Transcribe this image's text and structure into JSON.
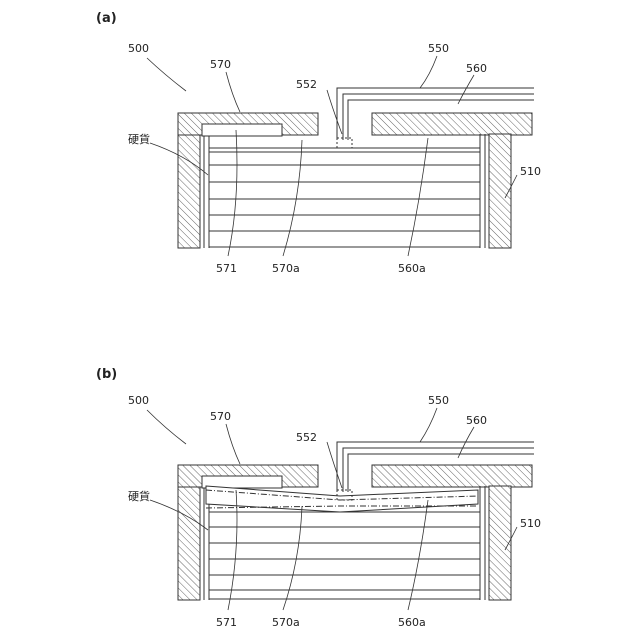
{
  "panels": [
    {
      "id": "a",
      "label": "(a)",
      "labels": {
        "device": "500",
        "lid": "570",
        "pipe": "550",
        "plate": "560",
        "port": "552",
        "coins": "硬貨",
        "housing": "510",
        "lid_part": "571",
        "lid_face": "570a",
        "plate_face": "560a"
      }
    },
    {
      "id": "b",
      "label": "(b)",
      "labels": {
        "device": "500",
        "lid": "570",
        "pipe": "550",
        "plate": "560",
        "port": "552",
        "coins": "硬貨",
        "housing": "510",
        "lid_part": "571",
        "lid_face": "570a",
        "plate_face": "560a"
      }
    }
  ],
  "colors": {
    "line": "#333333",
    "hatch": "#555555",
    "background": "#ffffff"
  }
}
